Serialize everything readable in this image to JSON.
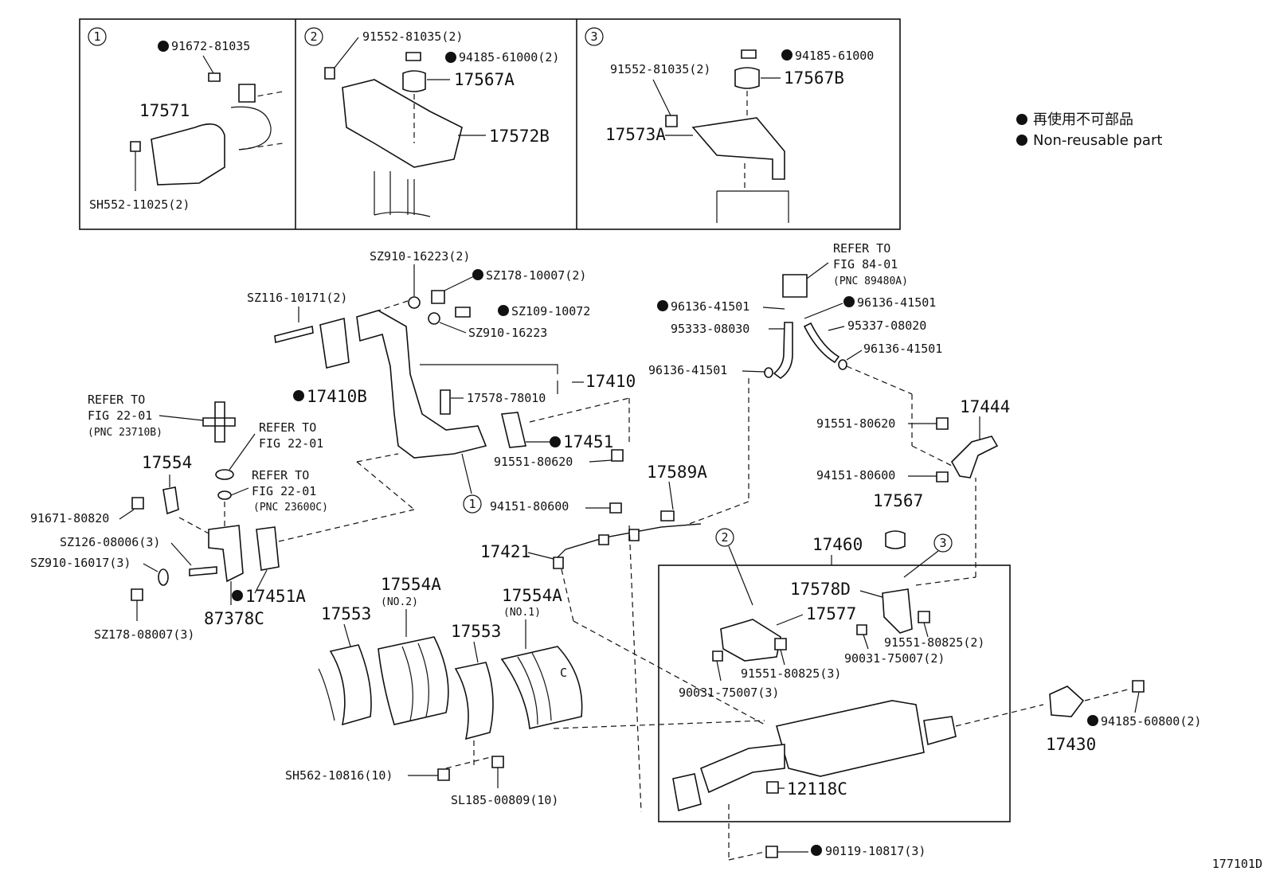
{
  "legend": {
    "jp": "再使用不可部品",
    "en": "Non-reusable part"
  },
  "diagram_id": "177101D",
  "detail_1": {
    "marker": "1",
    "bolt_top": "91672-81035",
    "part": "17571",
    "bolt_bottom": "SH552-11025(2)"
  },
  "detail_2": {
    "marker": "2",
    "bolt": "91552-81035(2)",
    "nut": "94185-61000(2)",
    "cushion": "17567A",
    "bracket": "17572B"
  },
  "detail_3": {
    "marker": "3",
    "nut": "94185-61000",
    "bolt": "91552-81035(2)",
    "cushion": "17567B",
    "bracket": "17573A"
  },
  "front_pipe": {
    "washer_2": "SZ910-16223(2)",
    "nut_2": "SZ178-10007(2)",
    "stud_2": "SZ116-10171(2)",
    "bolt": "SZ109-10072",
    "washer": "SZ910-16223",
    "pipe": "17410",
    "gasket": "17410B",
    "clamp": "17578-78010",
    "gasket_2": "17451",
    "bolt_2": "91551-80620",
    "nut_3": "94151-80600",
    "marker_1": "1"
  },
  "sensor_area": {
    "refer_1_line1": "REFER TO",
    "refer_1_line2": "FIG 22-01",
    "refer_1_line3": "(PNC 23710B)",
    "refer_2_line1": "REFER TO",
    "refer_2_line2": "FIG 22-01",
    "refer_3_line1": "REFER TO",
    "refer_3_line2": "FIG 22-01",
    "refer_3_line3": "(PNC 23600C)",
    "bracket": "17554",
    "bolt": "91671-80820",
    "stud": "SZ126-08006(3)",
    "washer": "SZ910-16017(3)",
    "nut": "SZ178-08007(3)",
    "gasket": "17451A",
    "part": "87378C"
  },
  "hose_area": {
    "refer_line1": "REFER TO",
    "refer_line2": "FIG 84-01",
    "refer_line3": "(PNC 89480A)",
    "clip_1": "96136-41501",
    "clip_2": "96136-41501",
    "hose_1": "95333-08030",
    "hose_2": "95337-08020",
    "clip_3": "96136-41501",
    "clip_4": "96136-41501",
    "bracket": "17589A",
    "tube": "17421"
  },
  "right_area": {
    "bracket": "17444",
    "bolt": "91551-80620",
    "nut": "94151-80600",
    "cushion": "17567",
    "assy": "17460",
    "bracket_d": "17578D",
    "mount": "17577",
    "nut_2": "90031-75007(2)",
    "bolt_2": "91551-80825(2)",
    "bolt_3": "91551-80825(3)",
    "nut_3": "90031-75007(3)",
    "stud": "12118C",
    "tail": "17430",
    "nut_4": "94185-60800(2)",
    "bolt_4": "90119-10817(3)",
    "marker_2": "2",
    "marker_3": "3"
  },
  "insulators": {
    "cover_1": "17553",
    "cover_2": "17554A",
    "cover_2_sub": "(NO.2)",
    "cover_3": "17553",
    "cover_4": "17554A",
    "cover_4_sub": "(NO.1)",
    "bolt": "SH562-10816(10)",
    "nut": "SL185-00809(10)"
  }
}
